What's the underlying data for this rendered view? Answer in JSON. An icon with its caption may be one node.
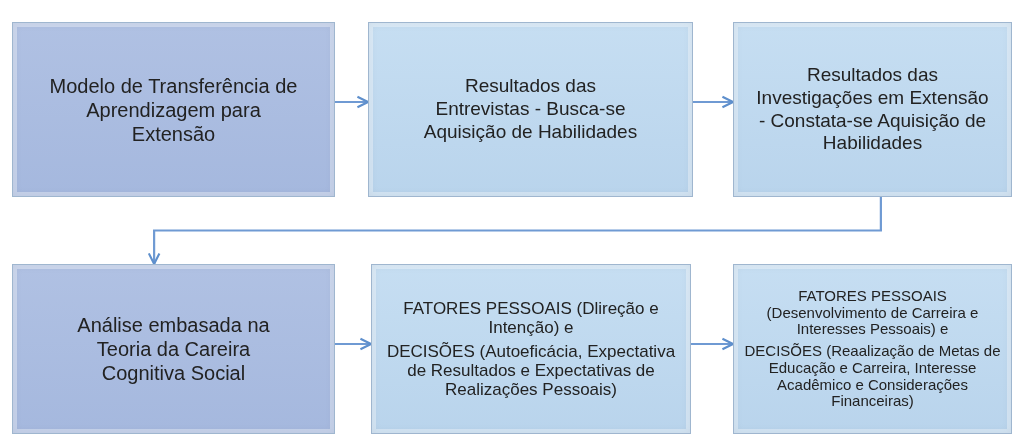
{
  "diagram": {
    "nodes": [
      {
        "text": [
          "Modelo de Transferência de Aprendizagem para Extensão"
        ]
      },
      {
        "text": [
          "Resultados das Entrevistas - Busca-se Aquisição de Habilidades"
        ]
      },
      {
        "text": [
          "Resultados das Investigações em Extensão - Constata-se Aquisição de Habilidades"
        ]
      },
      {
        "text": [
          "Análise embasada na Teoria da Careira Cognitiva Social"
        ]
      },
      {
        "text": [
          "FATORES PESSOAIS (Dlireção e Intenção) e",
          "DECISÕES (Autoeficácia, Expectativa de Resultados e Expectativas de Realizações Pessoais)"
        ]
      },
      {
        "text": [
          "FATORES PESSOAIS (Desenvolvimento de Carreira e Interesses Pessoais) e",
          "DECISÕES (Reaalização de Metas de Educação e Carreira, Interesse Acadêmico e Considerações Financeiras)"
        ]
      }
    ],
    "edges": [
      {
        "from": 0,
        "to": 1,
        "arrow": "to"
      },
      {
        "from": 1,
        "to": 2,
        "arrow": "to"
      },
      {
        "from": 2,
        "to": 3,
        "arrow": "to"
      },
      {
        "from": 3,
        "to": 4,
        "arrow": "to"
      },
      {
        "from": 4,
        "to": 5,
        "arrow": "to"
      }
    ]
  }
}
